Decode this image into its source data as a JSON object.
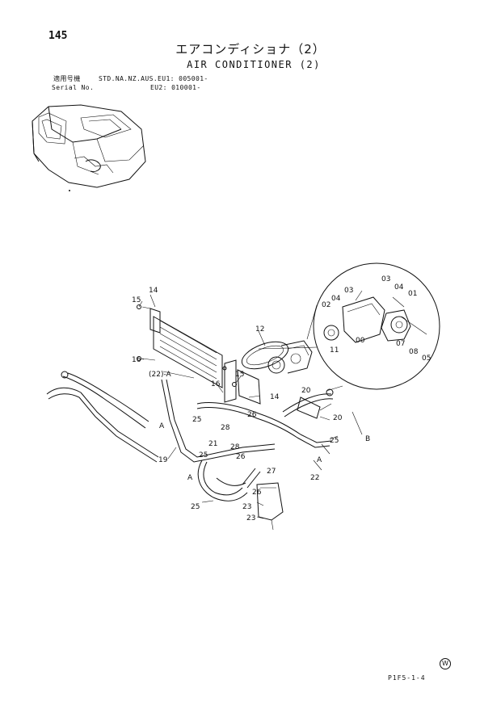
{
  "header": {
    "page_number": "145",
    "title_jp": "エアコンディショナ（2）",
    "title_en": "AIR CONDITIONER (2)"
  },
  "serial": {
    "label_jp": "適用号機",
    "label_en": "Serial No.",
    "models_line1": "STD.NA.NZ.AUS.EU1: 005001-",
    "models_line2": "EU2: 010001-"
  },
  "diagram": {
    "callouts": [
      "14",
      "15",
      "16",
      "(22)-A",
      "12",
      "15",
      "14",
      "16",
      "A",
      "25",
      "26",
      "28",
      "21",
      "25",
      "19",
      "28",
      "26",
      "A",
      "27",
      "25",
      "26",
      "23",
      "23",
      "20",
      "20",
      "B",
      "25",
      "A",
      "22",
      "03",
      "04",
      "01",
      "02",
      "03",
      "04",
      "00",
      "11",
      "07",
      "08",
      "05"
    ]
  },
  "footer": {
    "code": "P1F5-1-4",
    "mark": "W"
  }
}
